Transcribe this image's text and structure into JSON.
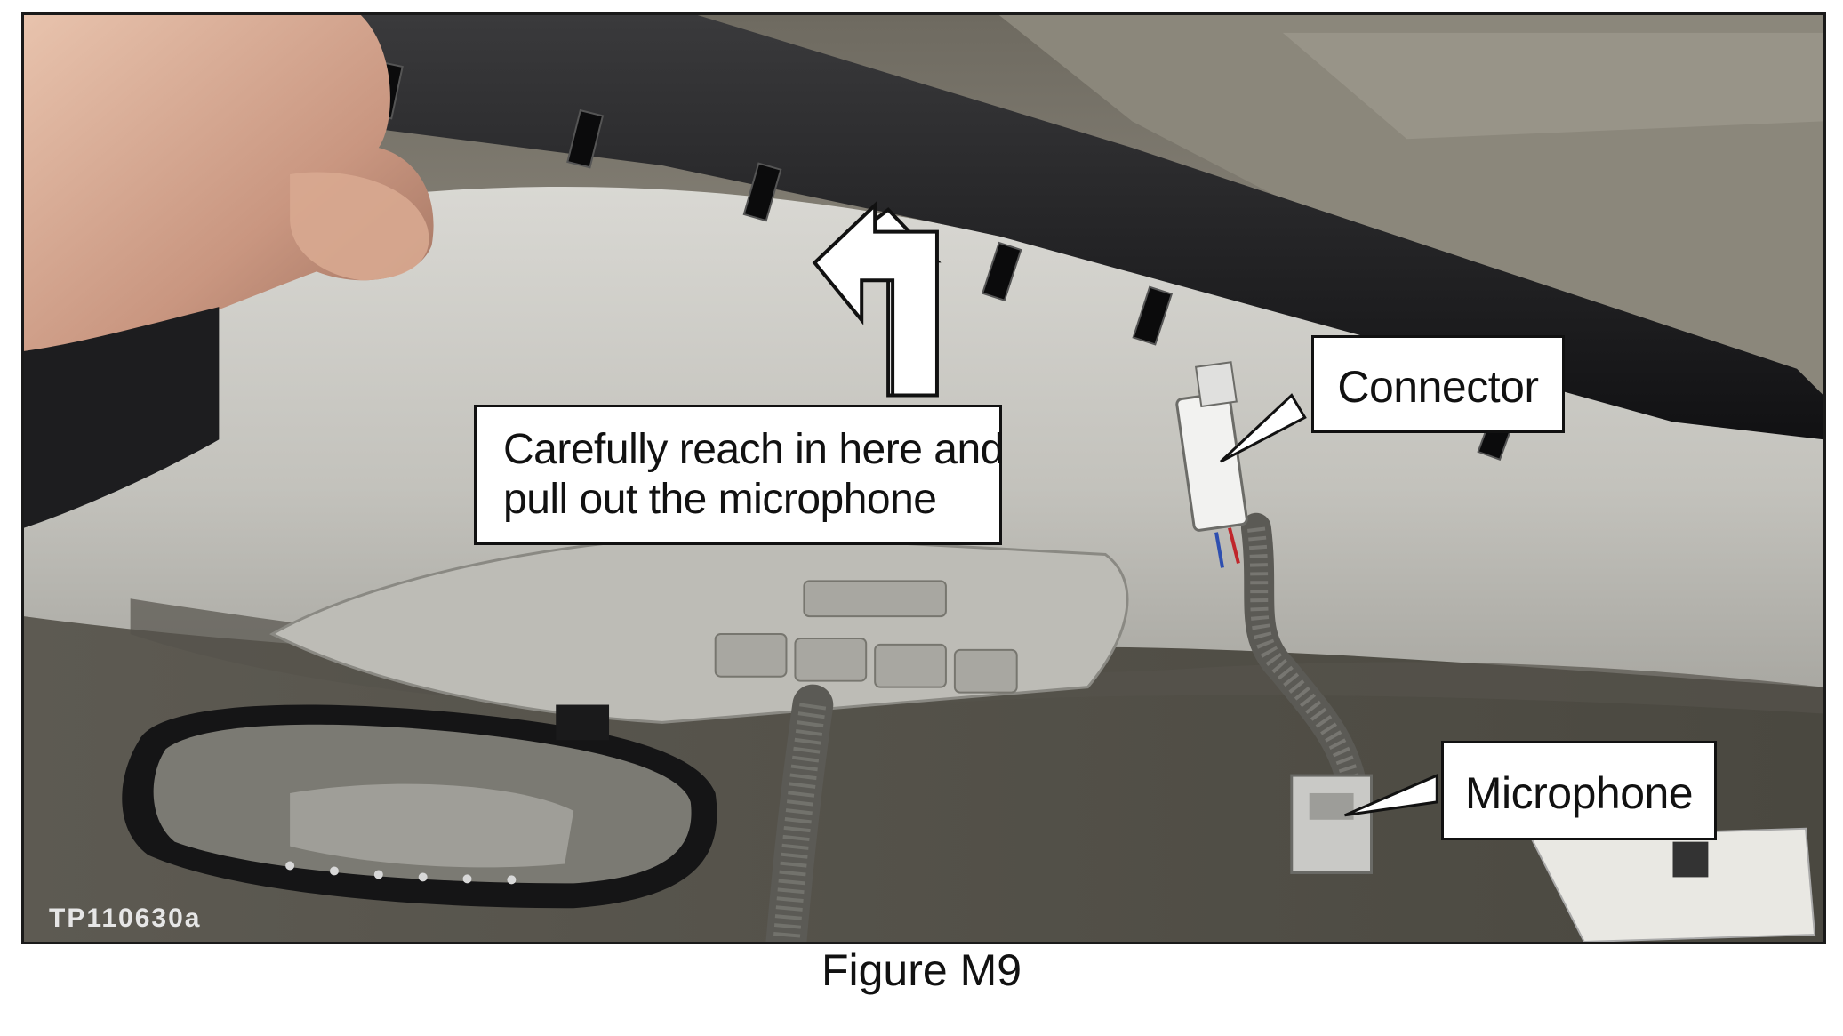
{
  "figure": {
    "image_code": "TP110630a",
    "caption": "Figure M9"
  },
  "callouts": {
    "reach": {
      "line1": "Carefully reach in here and",
      "line2": "pull out the microphone"
    },
    "connector": "Connector",
    "microphone": "Microphone"
  },
  "colors": {
    "headliner": "#c9c8c3",
    "trim": "#1c1c1e",
    "ceiling": "#8f8a7e",
    "callout_bg": "#ffffff",
    "callout_border": "#111111"
  }
}
